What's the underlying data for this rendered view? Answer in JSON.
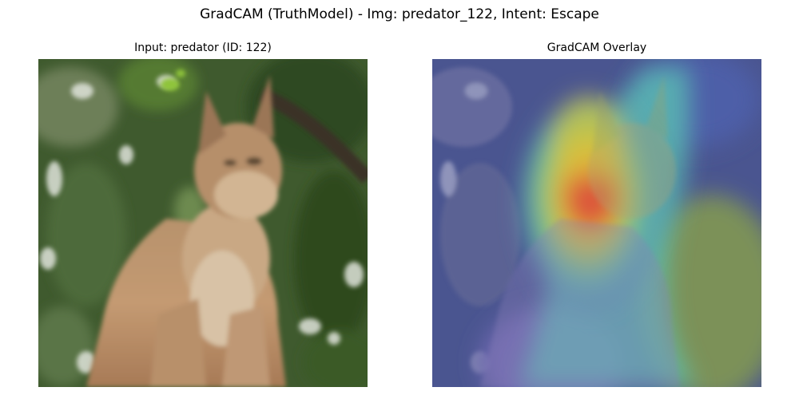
{
  "figure": {
    "title": "GradCAM (TruthModel) - Img: predator_122, Intent: Escape"
  },
  "panels": {
    "input": {
      "title": "Input: predator (ID: 122)"
    },
    "overlay": {
      "title": "GradCAM Overlay"
    }
  }
}
